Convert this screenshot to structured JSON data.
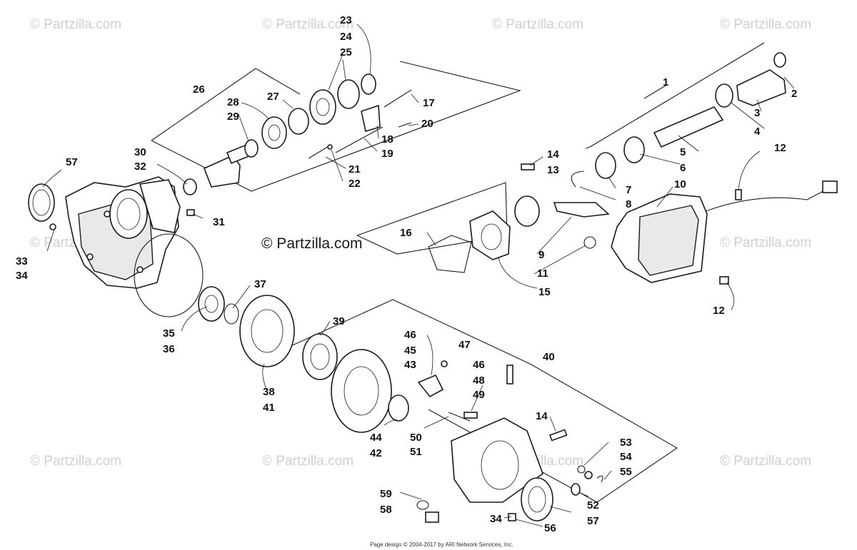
{
  "watermarks": [
    "© Partzilla.com",
    "© Partzilla.com",
    "© Partzilla.com",
    "© Partzilla.com",
    "© Partzilla.com",
    "© Partzilla.com",
    "© Partzilla.com",
    "© Partzilla.com",
    "© Partzilla.com",
    "© Partzilla.com"
  ],
  "center_watermark": "© Partzilla.com",
  "footer": "Page design © 2004-2017 by ARI Network Services, Inc.",
  "callouts": {
    "c1": "1",
    "c2": "2",
    "c3": "3",
    "c4": "4",
    "c5": "5",
    "c6": "6",
    "c7": "7",
    "c8": "8",
    "c9": "9",
    "c10": "10",
    "c11": "11",
    "c12a": "12",
    "c12b": "12",
    "c13": "13",
    "c14a": "14",
    "c14b": "14",
    "c15": "15",
    "c16": "16",
    "c17": "17",
    "c18": "18",
    "c19": "19",
    "c20": "20",
    "c21": "21",
    "c22": "22",
    "c23": "23",
    "c24": "24",
    "c25": "25",
    "c26": "26",
    "c27": "27",
    "c28": "28",
    "c29": "29",
    "c30": "30",
    "c31": "31",
    "c32": "32",
    "c33": "33",
    "c34a": "34",
    "c34b": "34",
    "c35": "35",
    "c36": "36",
    "c37": "37",
    "c38": "38",
    "c39": "39",
    "c40": "40",
    "c41": "41",
    "c42": "42",
    "c43": "43",
    "c44": "44",
    "c45": "45",
    "c46a": "46",
    "c46b": "46",
    "c47": "47",
    "c48": "48",
    "c49": "49",
    "c50": "50",
    "c51": "51",
    "c52": "52",
    "c53": "53",
    "c54": "54",
    "c55": "55",
    "c56": "56",
    "c57a": "57",
    "c57b": "57",
    "c58": "58",
    "c59": "59"
  }
}
